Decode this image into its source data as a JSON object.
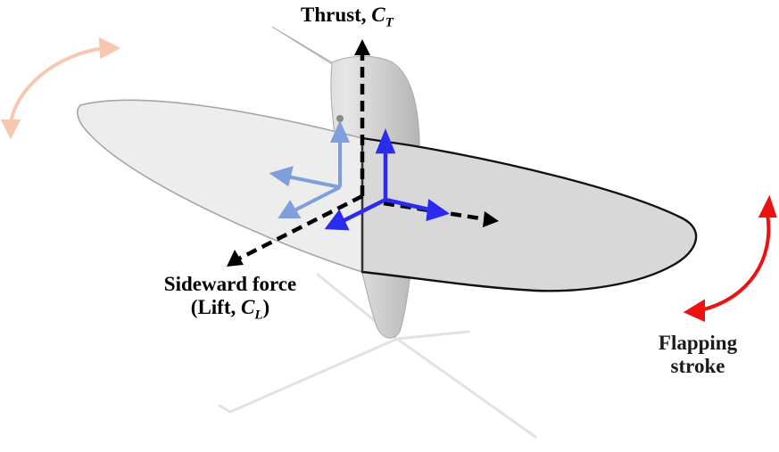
{
  "labels": {
    "thrust_text": "Thrust, ",
    "thrust_symbol": "C",
    "thrust_sub": "T",
    "side_line1": "Sideward force",
    "side_paren_open": "(Lift, ",
    "side_symbol": "C",
    "side_sub": "L",
    "side_paren_close": ")",
    "flap_line1": "Flapping",
    "flap_line2": "stroke"
  },
  "colors": {
    "force_arrow": "#000000",
    "body_axes_current": "#2b2bf0",
    "body_axes_previous": "#7f9fdc",
    "stroke_arrow_current": "#ee1111",
    "stroke_arrow_previous": "#f6c8b0",
    "wing_fill_back": "#ececec",
    "wing_fill_front": "#d6d6d6"
  }
}
